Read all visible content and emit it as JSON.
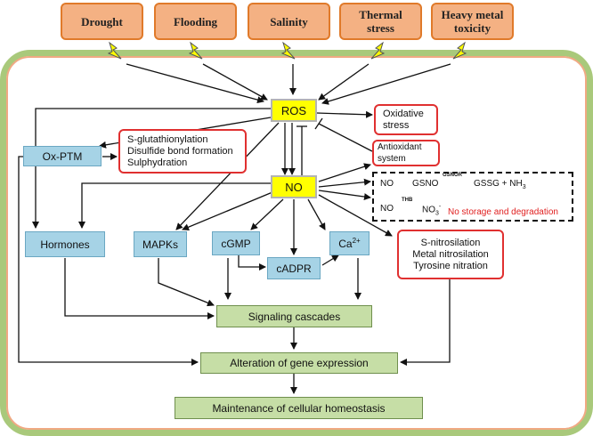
{
  "stresses": [
    {
      "label": "Drought"
    },
    {
      "label": "Flooding"
    },
    {
      "label": "Salinity"
    },
    {
      "label": "Thermal stress"
    },
    {
      "label": "Heavy metal toxicity"
    }
  ],
  "nodes": {
    "ros": "ROS",
    "no": "NO",
    "ox_ptm": "Ox-PTM",
    "hormones": "Hormones",
    "mapks": "MAPKs",
    "cgmp": "cGMP",
    "cadpr": "cADPR",
    "ca": "Ca",
    "ca_sup": "2+"
  },
  "ox_ptm_effects": [
    "S-glutathionylation",
    "Disulfide bond formation",
    "Sulphydration"
  ],
  "oxidative_stress": "Oxidative stress",
  "antioxidant_system": "Antioxidant system",
  "no_storage": {
    "row1_no": "NO",
    "row1_gsno": "GSNO",
    "row1_enzyme": "GSNOR",
    "row1_product": "GSSG + NH",
    "row1_product_sub": "3",
    "row2_no": "NO",
    "row2_enzyme": "THB",
    "row2_product": "NO",
    "row2_product_sub": "3",
    "row2_product_sup": "-",
    "caption": "No storage and degradation"
  },
  "no_modifications": [
    "S-nitrosilation",
    "Metal nitrosilation",
    "Tyrosine nitration"
  ],
  "outputs": {
    "signaling": "Signaling cascades",
    "gene": "Alteration of gene expression",
    "homeostasis": "Maintenance of cellular homeostasis"
  },
  "colors": {
    "stress_fill": "#f4b183",
    "stress_border": "#e07a2a",
    "cell_outer": "#a9c97b",
    "cell_inner": "#f0a983",
    "node_blue": "#a6d3e6",
    "node_yellow": "#ffff00",
    "effect_border": "#e03030",
    "output_green": "#c6dea6",
    "lightning": "#ffff00"
  }
}
